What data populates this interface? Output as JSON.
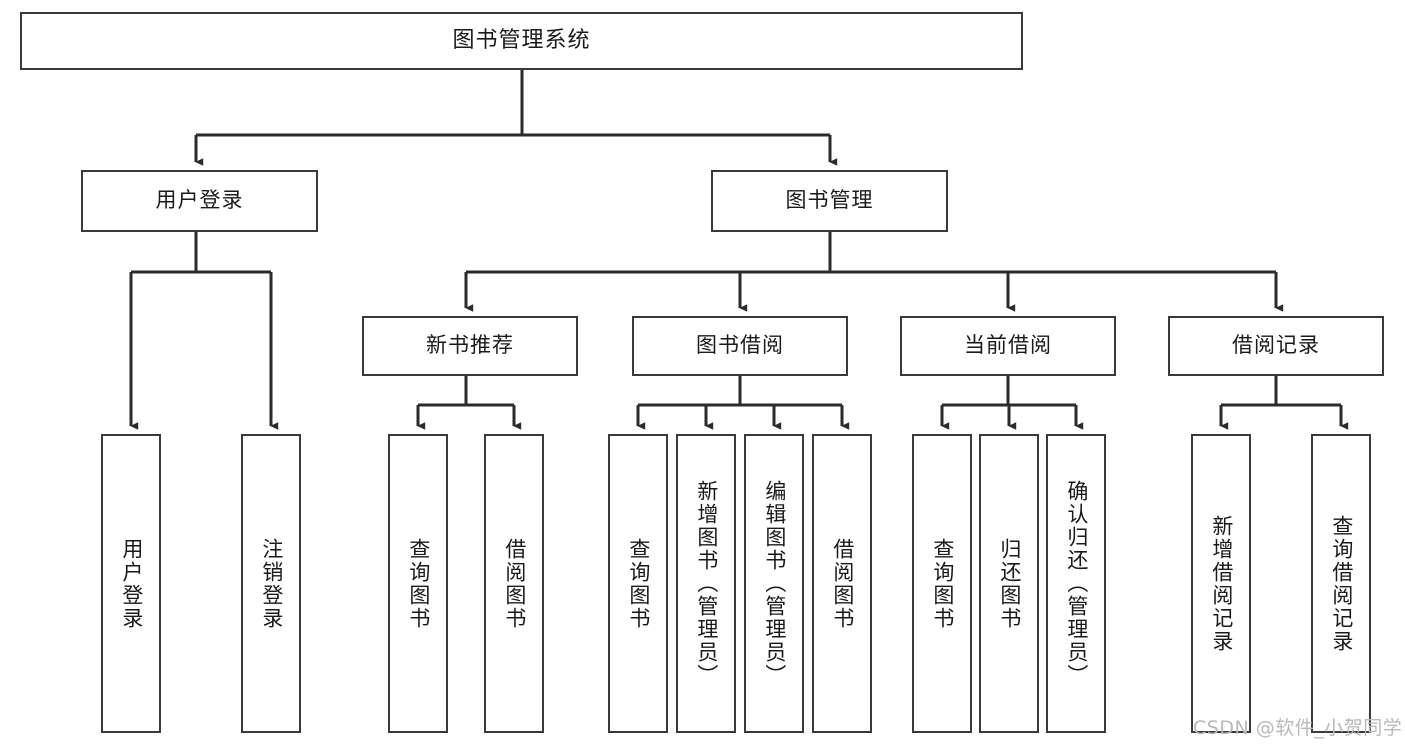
{
  "diagram": {
    "title": "图书管理系统",
    "orientation": "vertical-tree",
    "levels": 4,
    "colors": {
      "box_border": "#3a3a3a",
      "box_fill": "#ffffff",
      "connector": "#2b2b2b",
      "text": "#1a1a1a",
      "watermark": "#b9b9b9",
      "canvas": "#ffffff"
    },
    "root": {
      "label": "图书管理系统"
    },
    "level2": [
      {
        "label": "用户登录"
      },
      {
        "label": "图书管理"
      }
    ],
    "level3": [
      {
        "label": "新书推荐"
      },
      {
        "label": "图书借阅"
      },
      {
        "label": "当前借阅"
      },
      {
        "label": "借阅记录"
      }
    ],
    "leaves": {
      "user_login": [
        {
          "label": "用户登录"
        },
        {
          "label": "注销登录"
        }
      ],
      "new_book_recommend": [
        {
          "label": "查询图书"
        },
        {
          "label": "借阅图书"
        }
      ],
      "book_borrow": [
        {
          "label": "查询图书"
        },
        {
          "label": "新增图书（管理员）"
        },
        {
          "label": "编辑图书（管理员）"
        },
        {
          "label": "借阅图书"
        }
      ],
      "current_borrow": [
        {
          "label": "查询图书"
        },
        {
          "label": "归还图书"
        },
        {
          "label": "确认归还（管理员）"
        }
      ],
      "borrow_record": [
        {
          "label": "新增借阅记录"
        },
        {
          "label": "查询借阅记录"
        }
      ]
    },
    "watermark": "CSDN @软件_小贺同学"
  }
}
